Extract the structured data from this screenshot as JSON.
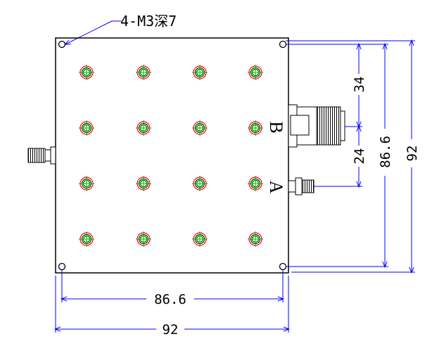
{
  "callout": {
    "text": "4-M3深7"
  },
  "ports": {
    "b_label": "B",
    "a_label": "A"
  },
  "dimensions": {
    "bottom_inner": "86.6",
    "bottom_outer": "92",
    "right_34": "34",
    "right_24": "24",
    "right_inner": "86.6",
    "right_outer": "92"
  },
  "colors": {
    "outline": "#000000",
    "dimension_line": "#0000ff",
    "hole_outer": "#ff0000",
    "hole_inner": "#00b000"
  },
  "grid": {
    "rows": 4,
    "cols": 4
  }
}
